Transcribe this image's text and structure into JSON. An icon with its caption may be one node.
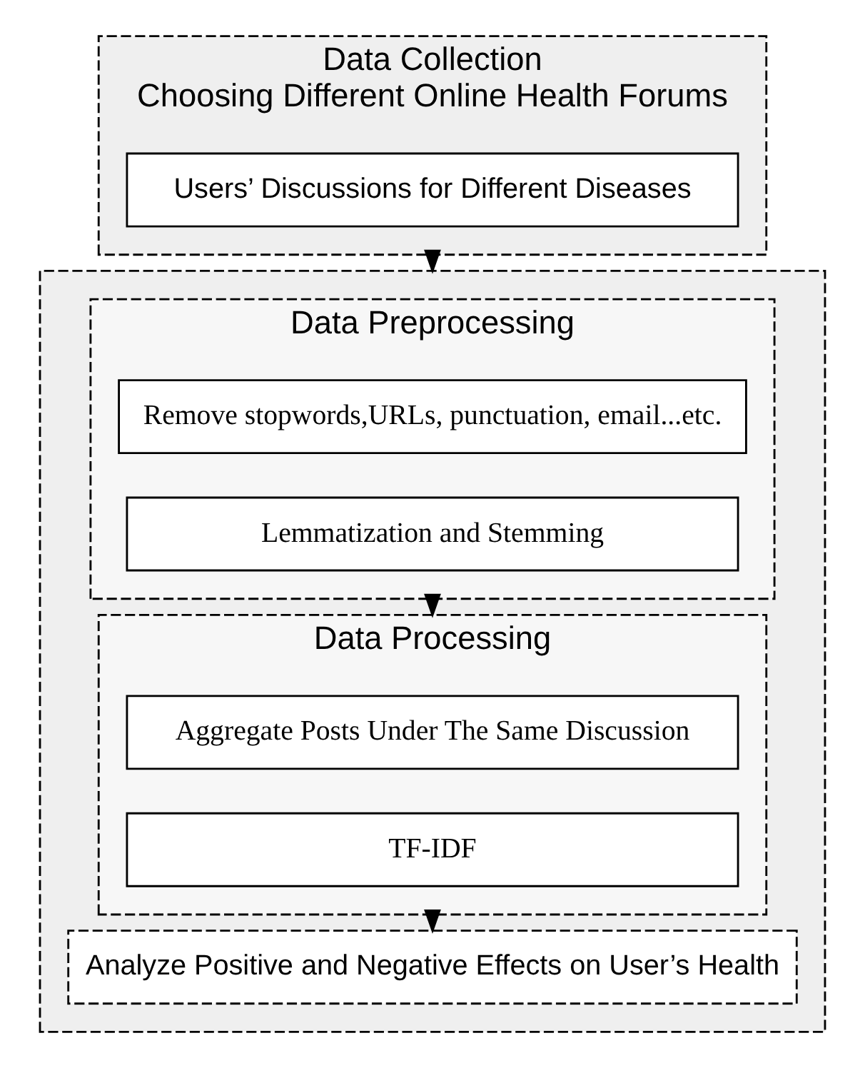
{
  "diagram": {
    "nodes": [
      {
        "text": [
          "Data Collection",
          "Choosing Different Online Health Forums"
        ]
      },
      {
        "text": [
          "Users’ Discussions for Different Diseases"
        ],
        "in": 0
      },
      {
        "text": [],
        "shape": "box"
      },
      {
        "text": [
          "Data Preprocessing"
        ],
        "in": 2
      },
      {
        "text": [
          "Remove stopwords,URLs, punctuation, email...etc."
        ],
        "in": 3
      },
      {
        "text": [
          "Lemmatization and Stemming"
        ],
        "in": 3
      },
      {
        "text": [
          "Data Processing"
        ],
        "in": 2
      },
      {
        "text": [
          "Aggregate Posts Under The Same Discussion"
        ],
        "in": 6
      },
      {
        "text": [
          "TF-IDF"
        ],
        "in": 6
      },
      {
        "text": [
          "Analyze Positive and Negative Effects on User’s Health"
        ],
        "in": 2
      }
    ],
    "edges": [
      {
        "from": 0,
        "to": 2,
        "arrow": "to"
      },
      {
        "from": 3,
        "to": 6,
        "arrow": "to"
      },
      {
        "from": 6,
        "to": 9,
        "arrow": "to"
      }
    ]
  }
}
